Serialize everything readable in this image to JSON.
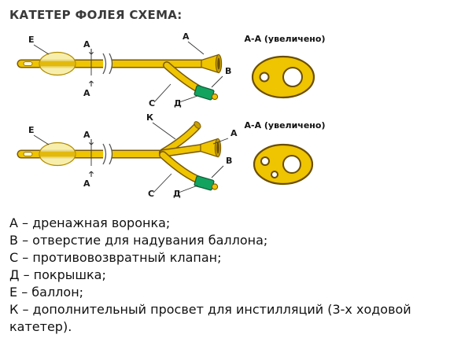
{
  "page": {
    "title": "КАТЕТЕР ФОЛЕЯ СХЕМА:"
  },
  "part_labels": {
    "A": "А",
    "B": "В",
    "C": "С",
    "D": "Д",
    "E": "Е",
    "K": "К",
    "section": "А"
  },
  "diagrams": {
    "two_way": {
      "section_title": "А-А (увеличено)"
    },
    "three_way": {
      "section_title": "А-А (увеличено)"
    }
  },
  "legend": {
    "items": [
      "А – дренажная воронка;",
      "В – отверстие для надувания баллона;",
      "С – противовозвратный клапан;",
      "Д – покрышка;",
      "Е – баллон;",
      "К – дополнительный просвет для инстилляций (3-х ходовой катетер)."
    ]
  },
  "colors": {
    "tube_gold": "#EFC400",
    "tube_outline": "#7a5a08",
    "balloon_fill": "#F7ECA0",
    "valve_green": "#12A35F",
    "text": "#1a1a1a"
  }
}
